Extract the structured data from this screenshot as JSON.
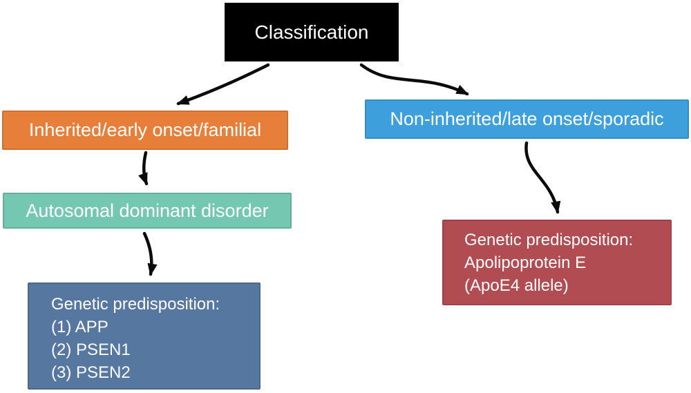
{
  "diagram": {
    "boxes": {
      "classification": {
        "label": "Classification",
        "bg": "#000000",
        "text_color": "#ffffff"
      },
      "inherited": {
        "label": "Inherited/early onset/familial",
        "bg": "#e77f3a",
        "text_color": "#ffffff"
      },
      "non_inherited": {
        "label": "Non-inherited/late onset/sporadic",
        "bg": "#3da0dc",
        "text_color": "#ffffff"
      },
      "autosomal": {
        "label": "Autosomal dominant disorder",
        "bg": "#74c7b0",
        "text_color": "#ffffff"
      },
      "genetic_familial": {
        "lines": [
          "Genetic predisposition:",
          "(1) APP",
          "(2) PSEN1",
          "(3) PSEN2"
        ],
        "bg": "#56779f",
        "text_color": "#ffffff"
      },
      "genetic_sporadic": {
        "lines": [
          "Genetic predisposition:",
          "Apolipoprotein E",
          "(ApoE4 allele)"
        ],
        "bg": "#b14c52",
        "text_color": "#ffffff"
      }
    },
    "arrows": {
      "color": "#0b0b0b",
      "items": [
        {
          "name": "classification-to-inherited"
        },
        {
          "name": "classification-to-non-inherited"
        },
        {
          "name": "inherited-to-autosomal"
        },
        {
          "name": "autosomal-to-genetic-familial"
        },
        {
          "name": "non-inherited-to-genetic-sporadic"
        }
      ]
    }
  }
}
